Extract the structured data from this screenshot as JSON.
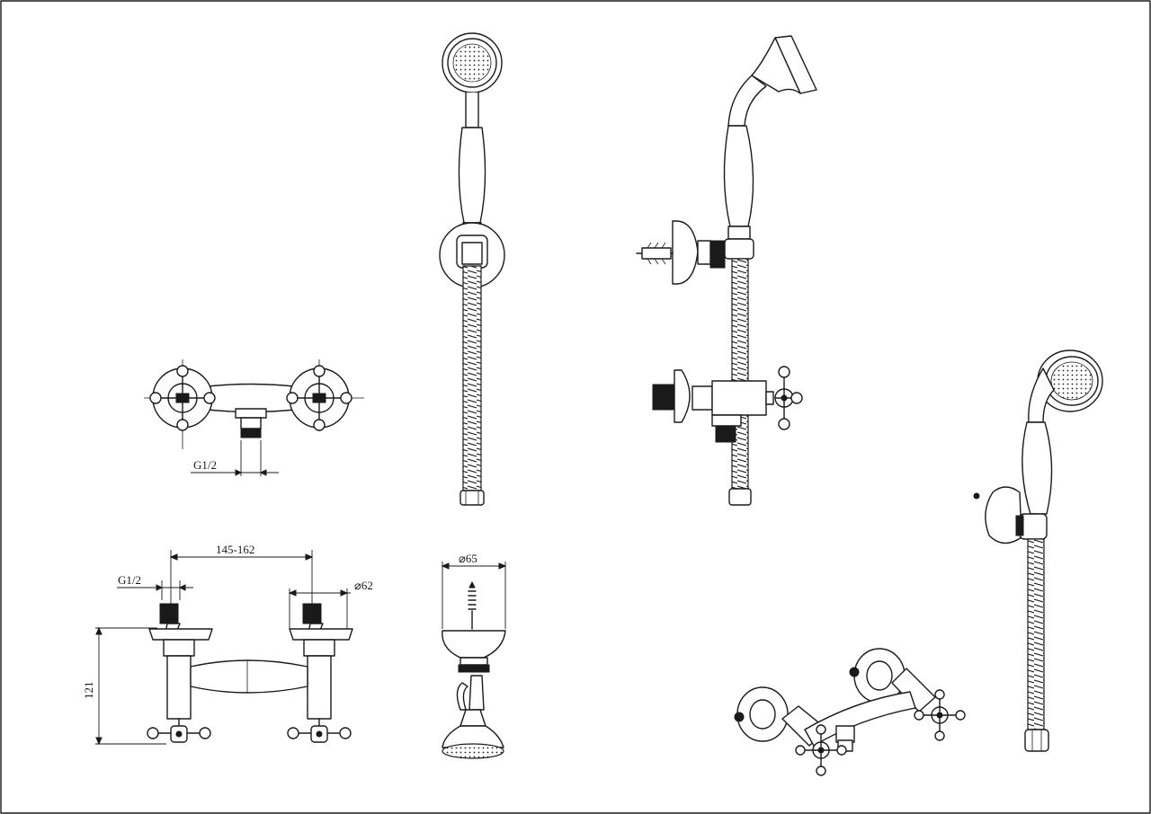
{
  "dimensions": {
    "top_view_thread": "G1/2",
    "center_distance": "145-162",
    "front_view_thread": "G1/2",
    "escutcheon_diameter": "⌀62",
    "height": "121",
    "handshower_diameter": "⌀65"
  },
  "colors": {
    "line": "#1a1a1a",
    "background": "#ffffff"
  }
}
